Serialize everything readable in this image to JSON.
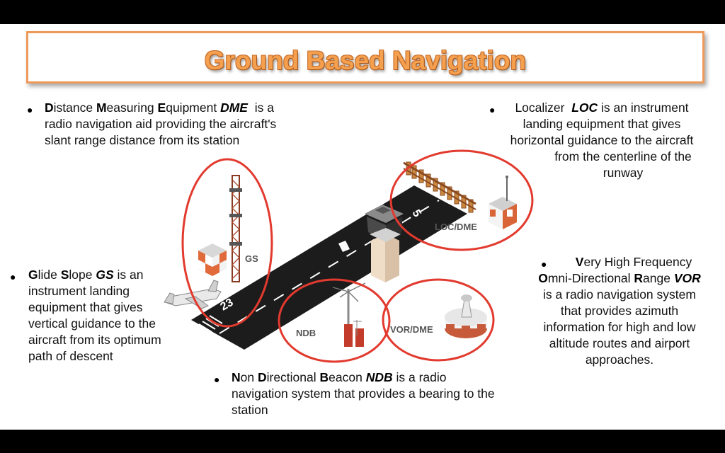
{
  "title": "Ground Based Navigation",
  "bullet_char": "●",
  "dme": {
    "l1_b1": "D",
    "l1_r1": "istance ",
    "l1_b2": "M",
    "l1_r2": "easuring ",
    "l1_b3": "E",
    "l1_r3": "quipment ",
    "l1_abbr": "DME",
    "l1_r4": "  is a",
    "l2": "radio navigation aid providing the aircraft's",
    "l3": "slant range distance from its station"
  },
  "loc": {
    "l1_r1": "Localizer  ",
    "l1_abbr": "LOC",
    "l1_r2": " is an instrument",
    "l2": "landing equipment that gives",
    "l3": "horizontal guidance to the aircraft",
    "l4": "from the centerline of the",
    "l5": "runway"
  },
  "gs": {
    "l1_b1": "G",
    "l1_r1": "lide ",
    "l1_b2": "S",
    "l1_r2": "lope ",
    "l1_abbr": "GS",
    "l1_r3": " is an",
    "l2": "instrument landing",
    "l3": "equipment that gives",
    "l4": "vertical guidance to the",
    "l5": "aircraft from its optimum",
    "l6": "path of descent"
  },
  "vor": {
    "l1_b1": "V",
    "l1_r1": "ery High Frequency",
    "l2_b1": "O",
    "l2_r1": "mni-Directional ",
    "l2_b2": "R",
    "l2_r2": "ange ",
    "l2_abbr": "VOR",
    "l3": "is a radio navigation system",
    "l4": "that provides azimuth",
    "l5": "information for high and low",
    "l6": "altitude routes and airport",
    "l7": "approaches."
  },
  "ndb": {
    "l1_b1": "N",
    "l1_r1": "on ",
    "l1_b2": "D",
    "l1_r2": "irectional ",
    "l1_b3": "B",
    "l1_r3": "eacon ",
    "l1_abbr": "NDB",
    "l1_r4": " is a radio",
    "l2": "navigation system that provides a bearing to the",
    "l3": "station"
  },
  "labels": {
    "gs": "GS",
    "loc_dme": "LOC/DME",
    "ndb": "NDB",
    "vor_dme": "VOR/DME",
    "rwy_a": "5",
    "rwy_b": "23"
  },
  "colors": {
    "title": "#f4a04f",
    "title_border": "#ee9a5b",
    "circle": "#e23a2e",
    "runway": "#1c1c1c",
    "tower_orange": "#c4532b"
  }
}
